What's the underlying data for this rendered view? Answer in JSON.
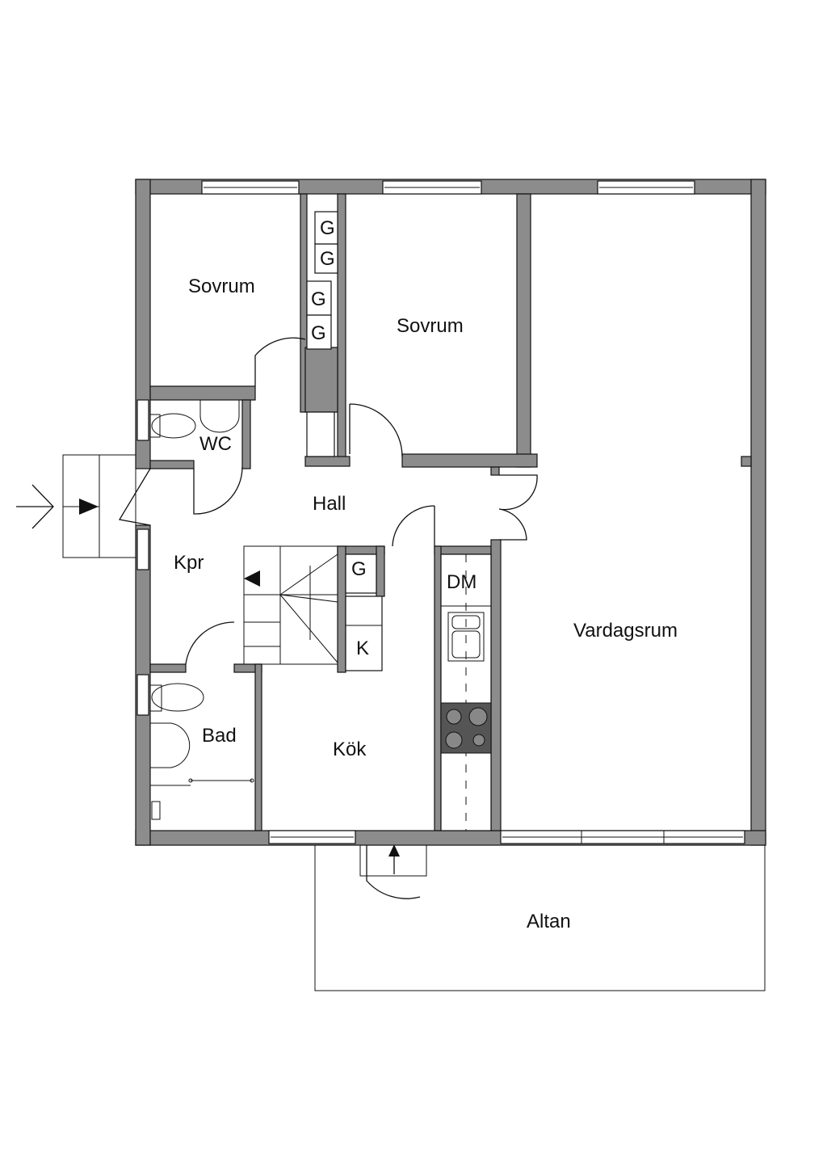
{
  "rooms": {
    "sovrum1": "Sovrum",
    "sovrum2": "Sovrum",
    "wc": "WC",
    "hall": "Hall",
    "kpr": "Kpr",
    "bad": "Bad",
    "kok": "Kök",
    "vardagsrum": "Vardagsrum",
    "altan": "Altan"
  },
  "fixtures": {
    "closet1": "G",
    "closet2": "G",
    "closet3": "G",
    "closet4": "G",
    "closet5": "G",
    "fridge": "K",
    "dishwasher": "DM"
  },
  "colors": {
    "wall": "#8c8c8c",
    "line": "#111111"
  }
}
